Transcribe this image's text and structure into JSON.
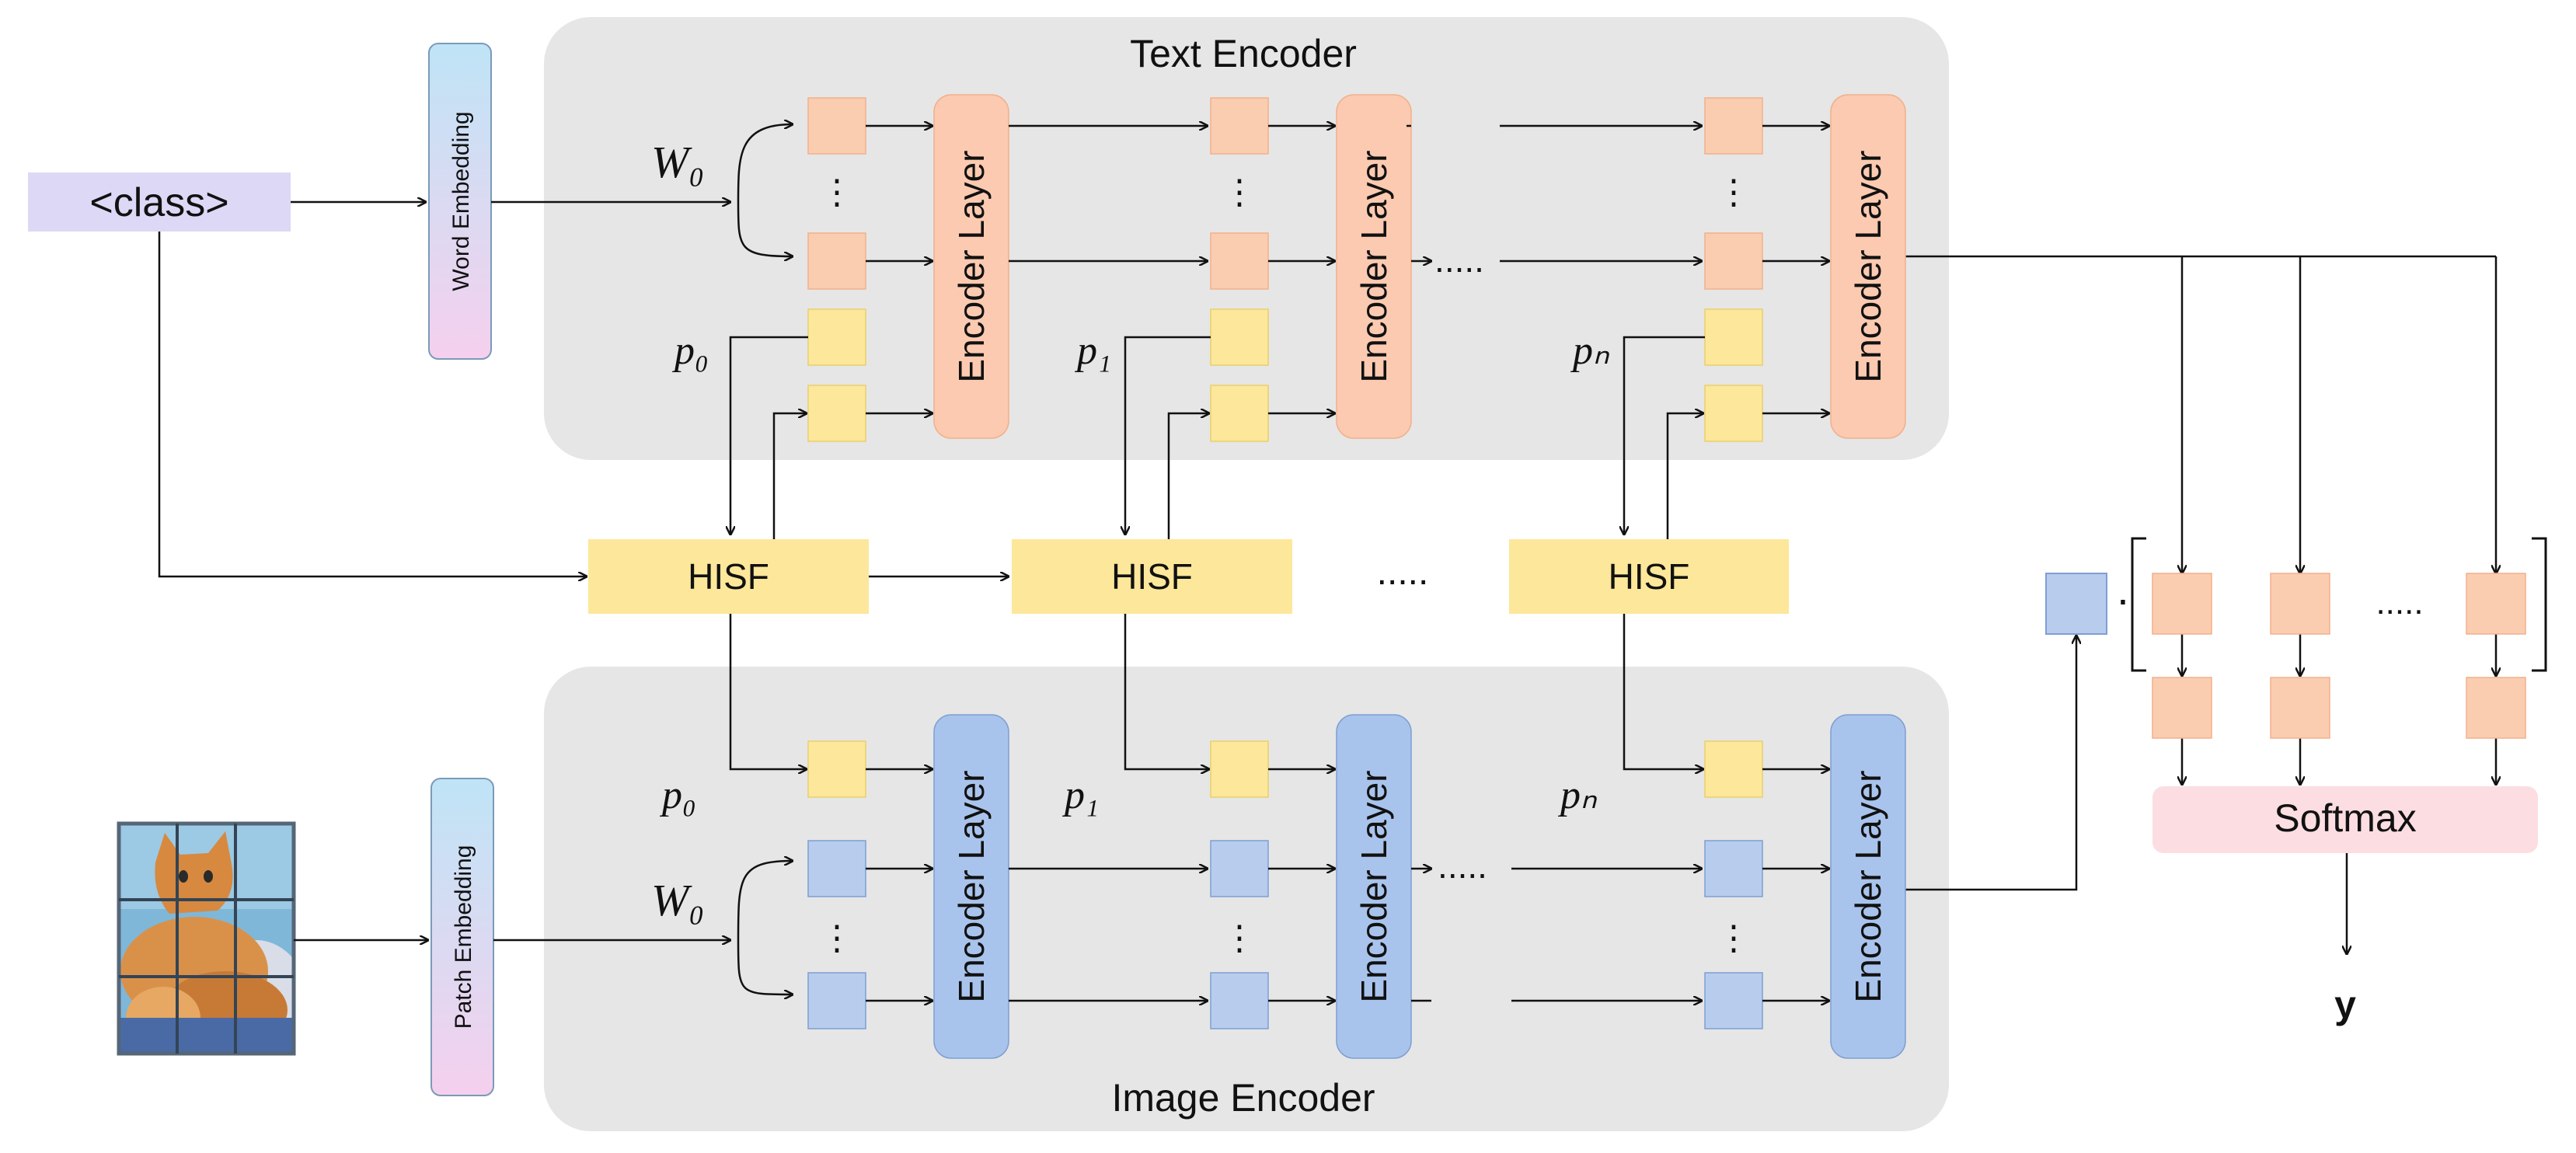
{
  "text_encoder": {
    "title": "Text Encoder",
    "layer_label": "Encoder Layer",
    "prompt_labels": [
      "p₀",
      "p₁",
      "pₙ"
    ]
  },
  "image_encoder": {
    "title": "Image Encoder",
    "layer_label": "Encoder Layer",
    "prompt_labels": [
      "p₀",
      "p₁",
      "pₙ"
    ]
  },
  "inputs": {
    "class_token": "<class>",
    "word_embedding": "Word Embedding",
    "patch_embedding": "Patch Embedding",
    "w0": "W₀"
  },
  "fusion": {
    "label": "HISF"
  },
  "symbols": {
    "ellipsis_h": ".....",
    "ellipsis_v": "⋮",
    "dot": "·"
  },
  "head": {
    "softmax": "Softmax",
    "output": "y"
  },
  "colors": {
    "text_token": "#fbcdb0",
    "text_layer": "#fbcab0",
    "image_token": "#b8cdee",
    "image_layer": "#a9c4ec",
    "prompt_token": "#fde79a",
    "hisf": "#fde79a",
    "encoder_bg": "#e6e6e6",
    "class_bg": "#ddd8f5",
    "softmax": "#fbdde2"
  }
}
